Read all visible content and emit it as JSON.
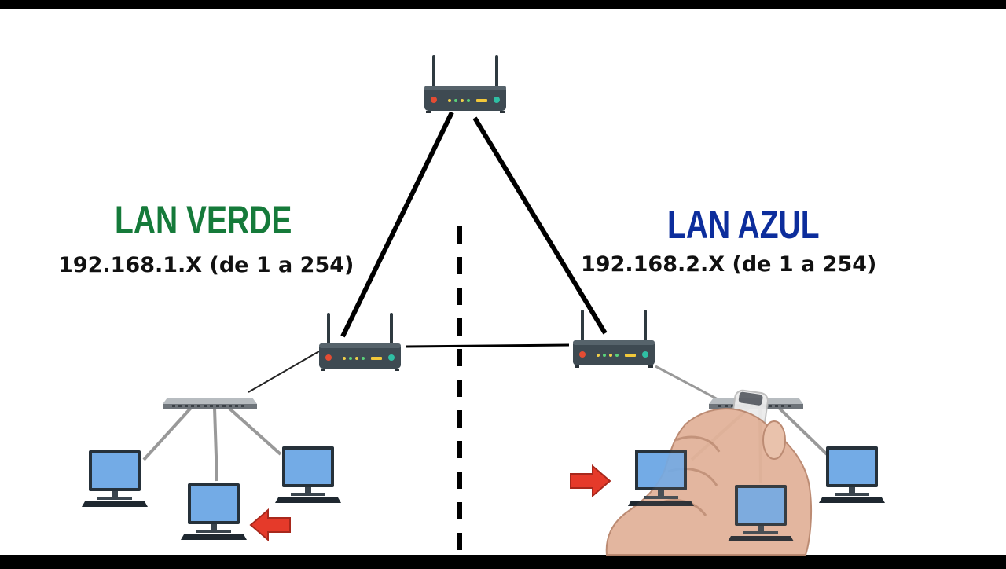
{
  "colors": {
    "lan_green": "#157a3a",
    "lan_blue": "#0c2d9c",
    "router_body": "#3e4a52",
    "monitor_screen": "#73abe6",
    "arrow_red": "#e53a2a"
  },
  "lan_left": {
    "name": "LAN VERDE",
    "ip_range": "192.168.1.X (de 1 a 254)"
  },
  "lan_right": {
    "name": "LAN AZUL",
    "ip_range": "192.168.2.X (de 1 a 254)"
  },
  "icons": {
    "router": "router-icon",
    "switch": "network-switch-icon",
    "computer": "desktop-computer-icon",
    "arrow": "red-arrow-icon",
    "hand": "hand-with-marker-icon"
  }
}
